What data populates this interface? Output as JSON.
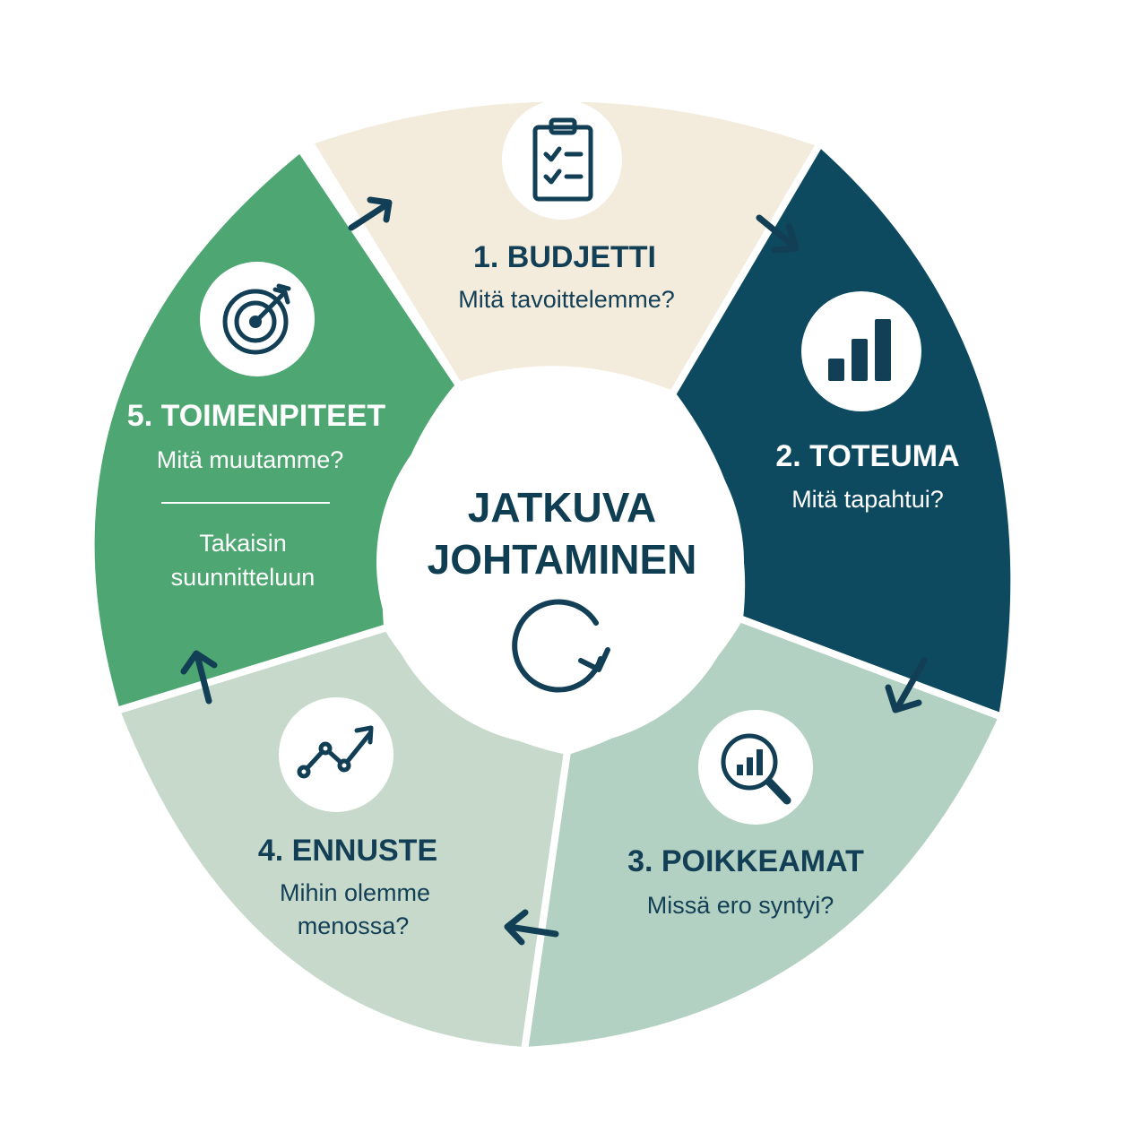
{
  "colors": {
    "budjetti": "#f3ecdc",
    "toteuma": "#0d4a5f",
    "poikkeamat": "#b3d1c2",
    "ennuste": "#c6d9cb",
    "toimenpiteet": "#4ea772",
    "dark_text": "#123f55",
    "white": "#ffffff"
  },
  "center": {
    "line1": "JATKUVA",
    "line2": "JOHTAMINEN",
    "icon": "refresh-cycle-icon"
  },
  "segments": [
    {
      "id": "budjetti",
      "title": "1. BUDJETTI",
      "subtitle": [
        "Mitä tavoittelemme?"
      ],
      "icon": "clipboard-checklist-icon"
    },
    {
      "id": "toteuma",
      "title": "2. TOTEUMA",
      "subtitle": [
        "Mitä tapahtui?"
      ],
      "icon": "bar-chart-icon"
    },
    {
      "id": "poikkeamat",
      "title": "3. POIKKEAMAT",
      "subtitle": [
        "Missä ero syntyi?"
      ],
      "icon": "magnifier-chart-icon"
    },
    {
      "id": "ennuste",
      "title": "4. ENNUSTE",
      "subtitle": [
        "Mihin olemme",
        "menossa?"
      ],
      "icon": "trend-line-icon"
    },
    {
      "id": "toimenpiteet",
      "title": "5. TOIMENPITEET",
      "subtitle": [
        "Mitä muutamme?"
      ],
      "note": [
        "Takaisin",
        "suunnitteluun"
      ],
      "icon": "target-icon"
    }
  ]
}
